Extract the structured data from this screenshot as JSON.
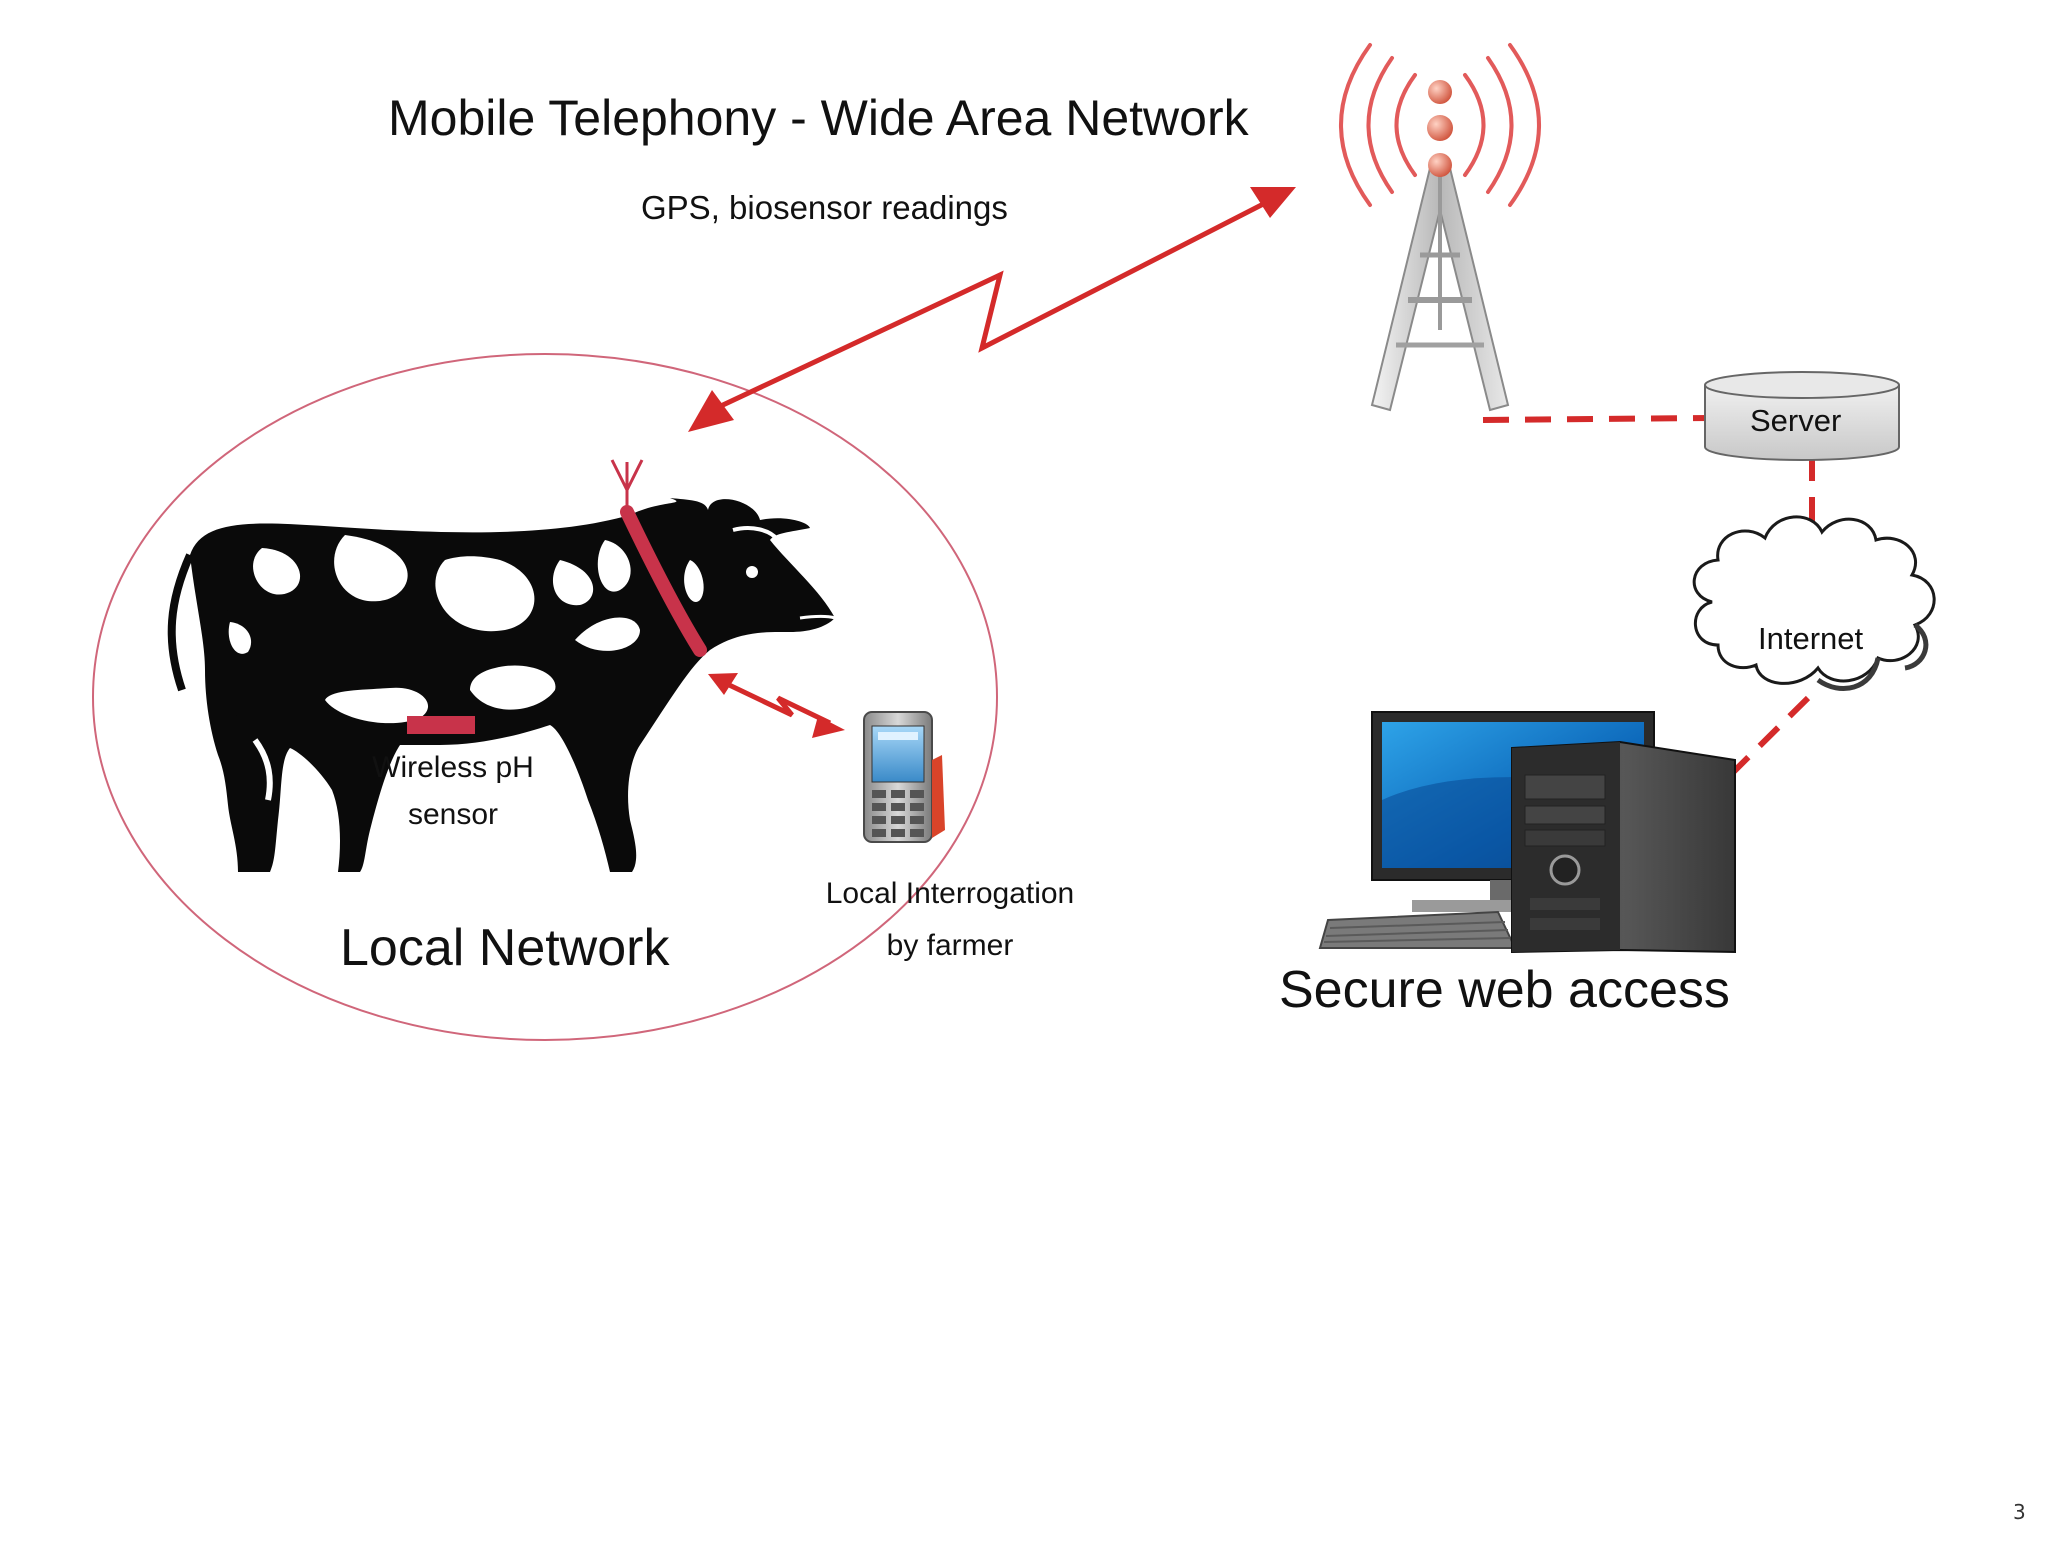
{
  "diagram": {
    "title": "Mobile Telephony - Wide Area Network",
    "wan_subtitle": "GPS, biosensor readings",
    "local_network_label": "Local Network",
    "sensor_label_line1": "Wireless pH",
    "sensor_label_line2": "sensor",
    "interrogation_line1": "Local Interrogation",
    "interrogation_line2": "by farmer",
    "server_label": "Server",
    "internet_label": "Internet",
    "web_access_label": "Secure web access",
    "page_number": "3"
  },
  "icons": [
    "cell-tower-icon",
    "cow-icon",
    "phone-icon",
    "server-icon",
    "cloud-icon",
    "desktop-computer-icon"
  ],
  "colors": {
    "accent_red": "#d42a2a",
    "ellipse_stroke": "#d0667a",
    "sensor_red": "#c8334a",
    "text": "#111111"
  }
}
